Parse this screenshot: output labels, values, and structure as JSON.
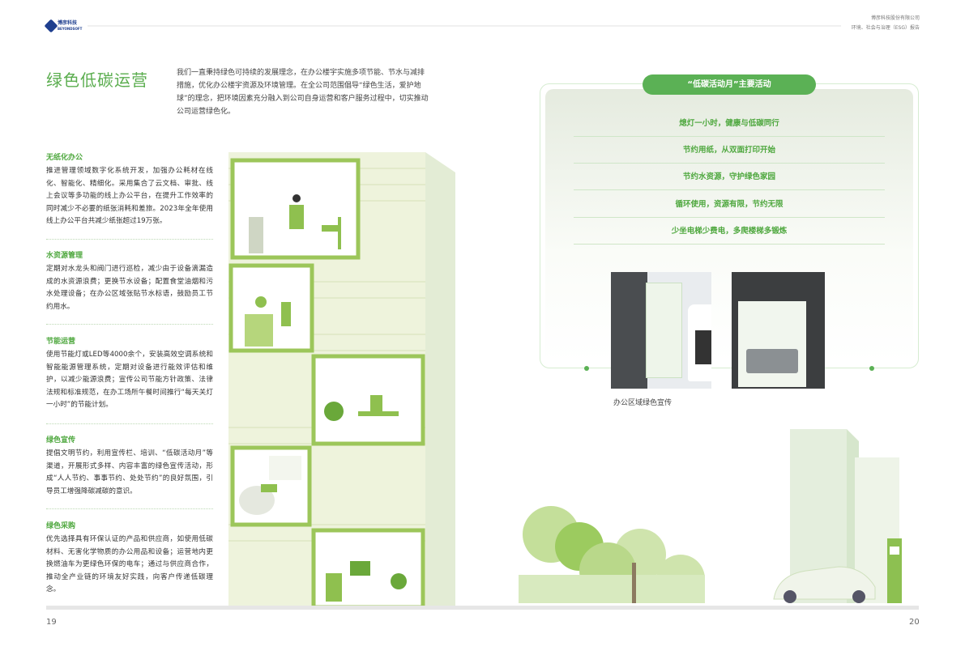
{
  "header": {
    "logo_text": "博彦科技",
    "logo_sub": "BEYONDSOFT",
    "company": "博彦科技股份有限公司",
    "report": "环境、社会与治理（ESG）报告"
  },
  "title": "绿色低碳运营",
  "intro": "我们一直秉持绿色可持续的发展理念，在办公楼宇实施多项节能、节水与减排措施，优化办公楼宇资源及环境管理。在全公司范围倡导“绿色生活，爱护地球”的理念，把环境因素充分融入到公司自身运营和客户服务过程中，切实推动公司运营绿色化。",
  "sections": [
    {
      "heading": "无纸化办公",
      "text": "推进管理领域数字化系统开发，加强办公耗材在线化、智能化、精细化。采用集合了云文档、审批、线上会议等多功能的线上办公平台，在提升工作效率的同时减少不必要的纸张消耗和差旅。2023年全年使用线上办公平台共减少纸张超过19万张。"
    },
    {
      "heading": "水资源管理",
      "text": "定期对水龙头和阀门进行巡检，减少由于设备滴漏造成的水资源浪费；更换节水设备；配置食堂油烟和污水处理设备；在办公区域张贴节水标语，鼓励员工节约用水。"
    },
    {
      "heading": "节能运营",
      "text": "使用节能灯或LED等4000余个，安装高效空调系统和智能能源管理系统，定期对设备进行能效评估和维护，以减少能源浪费；宣传公司节能方针政策、法律法规和标准规范，在办工场所午餐时间推行“每天关灯一小时”的节能计划。"
    },
    {
      "heading": "绿色宣传",
      "text": "提倡文明节约，利用宣传栏、培训、“低碳活动月”等渠道，开展形式多样、内容丰富的绿色宣传活动，形成“人人节约、事事节约、处处节约”的良好氛围，引导员工增强降碳减碳的意识。"
    },
    {
      "heading": "绿色采购",
      "text": "优先选择具有环保认证的产品和供应商，如使用低碳材料、无害化学物质的办公用品和设备；运营地内更换燃油车为更绿色环保的电车；通过与供应商合作，推动全产业链的环境友好实践，向客户传递低碳理念。"
    }
  ],
  "activities": {
    "title": "“低碳活动月”主要活动",
    "items": [
      "熄灯一小时，健康与低碳同行",
      "节约用纸，从双面打印开始",
      "节约水资源，守护绿色家园",
      "循环使用，资源有限，节约无限",
      "少坐电梯少费电，多爬楼梯多锻炼"
    ]
  },
  "photos": {
    "caption": "办公区域绿色宣传"
  },
  "pages": {
    "left": "19",
    "right": "20"
  },
  "colors": {
    "green": "#5bb155",
    "title": "#5aad4e",
    "navy": "#1e3f8f"
  }
}
